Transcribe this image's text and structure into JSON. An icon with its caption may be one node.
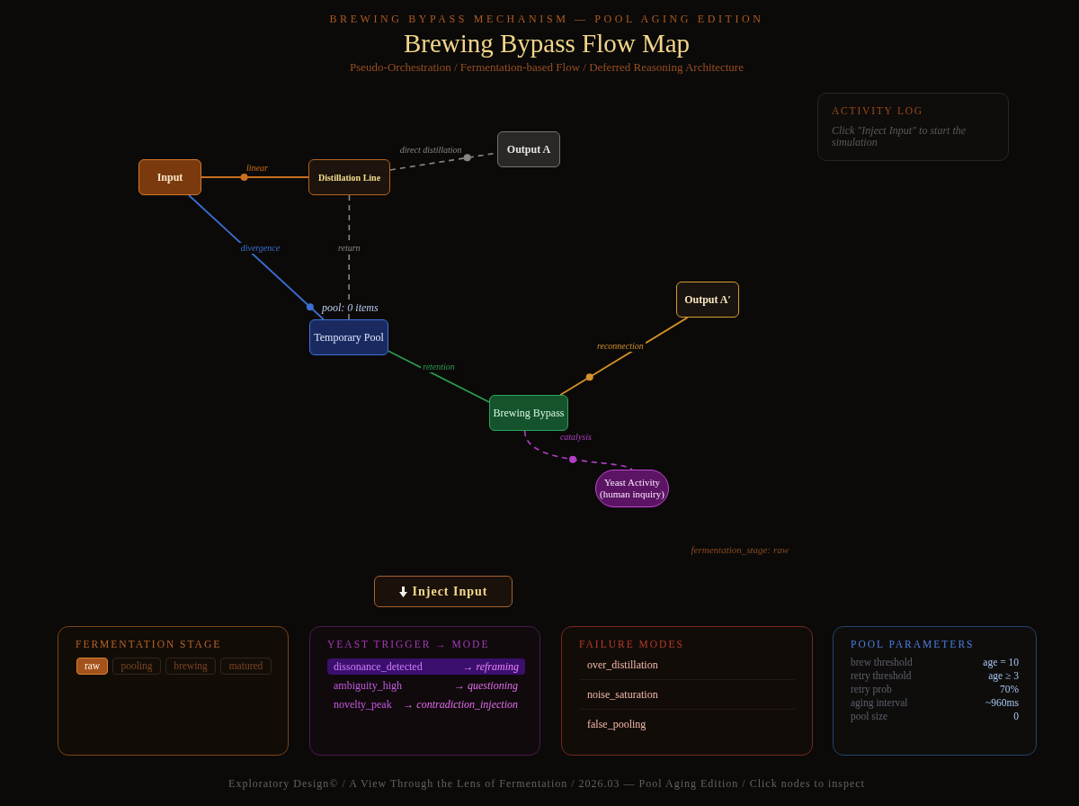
{
  "diagram": {
    "title": "Brewing Bypass Flow Map",
    "caption": "Exploratory Design© / A View Through the Lens of Fermentation / 2026.03 — Pool Aging Edition / Click nodes to inspect",
    "nodes": [
      {
        "text": [
          "Input"
        ]
      },
      {
        "text": [
          "Distillation Line"
        ]
      },
      {
        "text": [
          "Output A"
        ]
      },
      {
        "text": [
          "Temporary Pool"
        ],
        "beside": [
          "pool: 0 items"
        ]
      },
      {
        "text": [
          "Brewing Bypass"
        ]
      },
      {
        "text": [
          "Output A′"
        ]
      },
      {
        "text": [
          "Yeast Activity (human inquiry)"
        ]
      },
      {
        "text": [
          "ACTIVITY LOG",
          "Click \"Inject Input\" to start the simulation"
        ]
      },
      {
        "text": [
          "Inject Input"
        ]
      },
      {
        "text": [
          "FERMENTATION STAGE"
        ]
      },
      {
        "text": [
          "raw"
        ],
        "in": 9
      },
      {
        "text": [
          "pooling"
        ],
        "in": 9
      },
      {
        "text": [
          "brewing"
        ],
        "in": 9
      },
      {
        "text": [
          "matured"
        ],
        "in": 9
      },
      {
        "text": [
          "YEAST TRIGGER → MODE",
          "ambiguity_high",
          "→ questioning",
          "novelty_peak",
          "→ contradiction_injection"
        ]
      },
      {
        "text": [
          "dissonance_detected",
          "→ reframing"
        ],
        "in": 14
      },
      {
        "text": [
          "FAILURE MODES",
          "over_distillation",
          "noise_saturation",
          "false_pooling"
        ]
      },
      {
        "text": [
          "POOL PARAMETERS",
          "brew threshold",
          "age = 10",
          "retry threshold",
          "age ≥ 3",
          "retry prob",
          "70%",
          "aging interval",
          "~960ms",
          "pool size",
          "0"
        ]
      }
    ],
    "edges": [
      {
        "from": 0,
        "to": 1,
        "arrow": "none",
        "label": "linear",
        "color": "#c8701e"
      },
      {
        "from": 1,
        "to": 2,
        "arrow": "none",
        "label": "direct distillation",
        "style": "dashed",
        "color": "#8a8580"
      },
      {
        "from": 0,
        "to": 3,
        "arrow": "none",
        "label": "divergence",
        "color": "#3a6fd0"
      },
      {
        "from": 3,
        "to": 1,
        "arrow": "none",
        "label": "return",
        "style": "dashed",
        "color": "#8a8580"
      },
      {
        "from": 3,
        "to": 4,
        "arrow": "none",
        "label": "retention",
        "color": "#2a9a4e"
      },
      {
        "from": 4,
        "to": 5,
        "arrow": "none",
        "label": "reconnection",
        "color": "#d4902a"
      },
      {
        "from": 4,
        "to": 6,
        "arrow": "none",
        "label": "catalysis",
        "style": "dashed",
        "color": "#b23fc4"
      }
    ],
    "labels": [
      "BREWING BYPASS MECHANISM — POOL AGING EDITION",
      "Pseudo-Orchestration / Fermentation-based Flow / Deferred Reasoning Architecture",
      "fermentation_stage: raw"
    ]
  }
}
